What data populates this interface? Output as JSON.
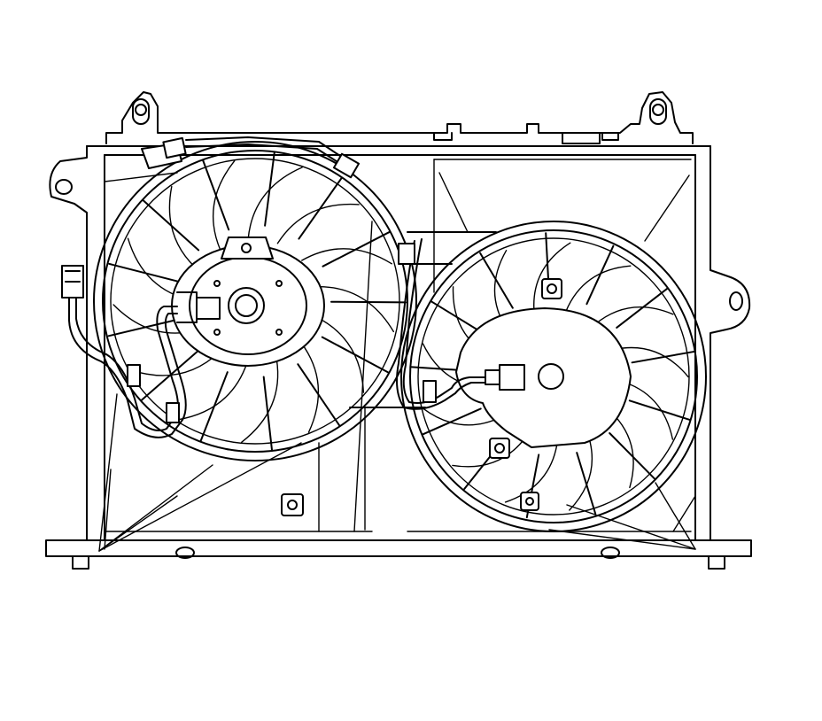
{
  "diagram": {
    "subject": "dual-cooling-fan-shroud-assembly",
    "colors": {
      "line": "#000000",
      "background": "#ffffff"
    },
    "fans": [
      {
        "id": "left-fan",
        "blades": 13
      },
      {
        "id": "right-fan",
        "blades": 13
      }
    ]
  }
}
